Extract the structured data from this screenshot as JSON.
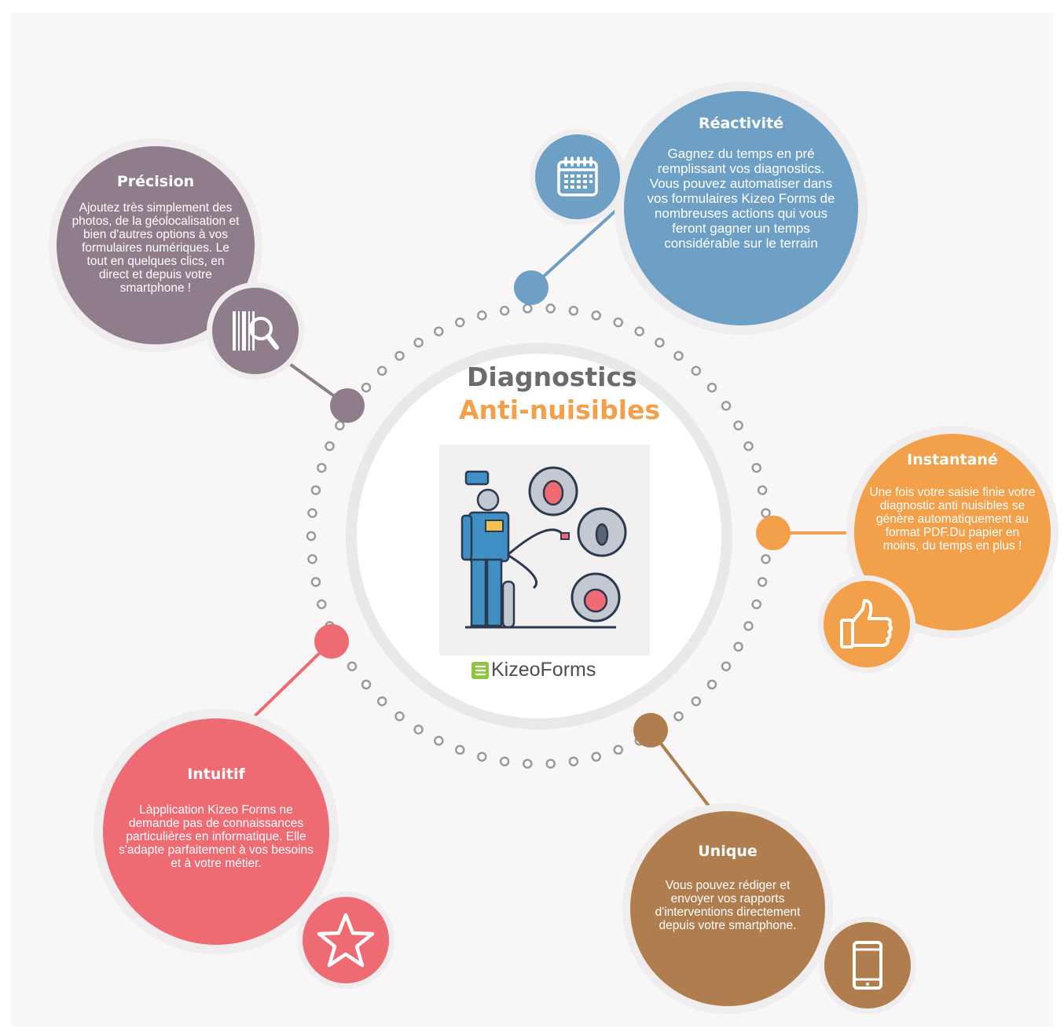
{
  "center": {
    "title_line1": "Diagnostics",
    "title_line2": "Anti-nuisibles",
    "brand": "KizeoForms"
  },
  "colors": {
    "reactivite": "#6e9fc5",
    "precision": "#8f7d8b",
    "instantane": "#f2a04a",
    "intuitif": "#ef6b73",
    "unique": "#b07d4f",
    "dots": "#9a9a9a",
    "title_gray": "#6b6b6b",
    "title_orange": "#f2a04a"
  },
  "features": {
    "reactivite": {
      "title": "Réactivité",
      "text": "Gagnez du temps en pré remplissant vos diagnostics. Vous pouvez automatiser dans vos formulaires Kizeo Forms de nombreuses actions qui vous feront gagner un temps considérable sur le terrain",
      "icon": "calendar-icon"
    },
    "precision": {
      "title": "Précision",
      "text": "Ajoutez très simplement des photos, de la géolocalisation et bien d'autres options à vos formulaires numériques. Le tout en quelques clics, en direct et depuis votre smartphone !",
      "icon": "barcode-search-icon"
    },
    "instantane": {
      "title": "Instantané",
      "text": "Une fois votre saisie finie votre diagnostic anti nuisibles se génère automatiquement au format PDF.Du papier en moins, du temps en plus !",
      "icon": "thumbs-up-icon"
    },
    "intuitif": {
      "title": "Intuitif",
      "text": "Làpplication Kizeo Forms ne demande pas de connaissances particulières en informatique. Elle s'adapte parfaitement à vos besoins et à votre métier.",
      "icon": "star-icon"
    },
    "unique": {
      "title": "Unique",
      "text": "Vous pouvez rédiger et envoyer vos rapports d'interventions directement depuis votre smartphone.",
      "icon": "smartphone-icon"
    }
  }
}
